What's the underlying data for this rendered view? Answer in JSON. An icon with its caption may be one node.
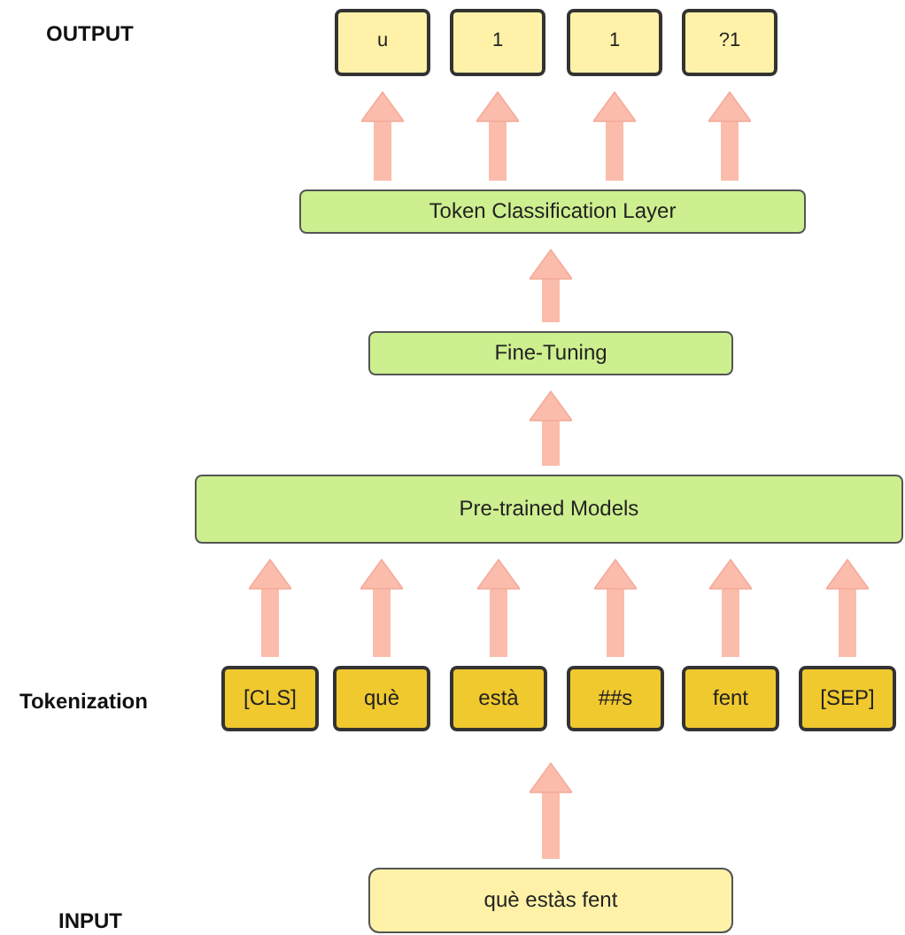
{
  "diagram": {
    "nodes": [
      {
        "text": [
          "u"
        ]
      },
      {
        "text": [
          "1"
        ]
      },
      {
        "text": [
          "1"
        ]
      },
      {
        "text": [
          "?1"
        ]
      },
      {
        "text": [
          "Token Classification Layer"
        ]
      },
      {
        "text": [
          "Fine-Tuning"
        ]
      },
      {
        "text": [
          "Pre-trained Models"
        ]
      },
      {
        "text": [
          "[CLS]"
        ]
      },
      {
        "text": [
          "què"
        ]
      },
      {
        "text": [
          "està"
        ]
      },
      {
        "text": [
          "##s"
        ]
      },
      {
        "text": [
          "fent"
        ]
      },
      {
        "text": [
          "[SEP]"
        ]
      },
      {
        "text": [
          "què estàs fent"
        ]
      }
    ],
    "edges": [
      {
        "from": 4,
        "to": 0,
        "arrow": "to"
      },
      {
        "from": 4,
        "to": 1,
        "arrow": "to"
      },
      {
        "from": 4,
        "to": 2,
        "arrow": "to"
      },
      {
        "from": 4,
        "to": 3,
        "arrow": "to"
      },
      {
        "from": 5,
        "to": 4,
        "arrow": "to"
      },
      {
        "from": 6,
        "to": 5,
        "arrow": "to"
      },
      {
        "from": 7,
        "to": 6,
        "arrow": "to"
      },
      {
        "from": 8,
        "to": 6,
        "arrow": "to"
      },
      {
        "from": 9,
        "to": 6,
        "arrow": "to"
      },
      {
        "from": 10,
        "to": 6,
        "arrow": "to"
      },
      {
        "from": 11,
        "to": 6,
        "arrow": "to"
      },
      {
        "from": 12,
        "to": 6,
        "arrow": "to"
      },
      {
        "from": 13,
        "to": 9,
        "arrow": "to"
      }
    ],
    "labels": [
      "OUTPUT",
      "Tokenization",
      "INPUT"
    ]
  }
}
